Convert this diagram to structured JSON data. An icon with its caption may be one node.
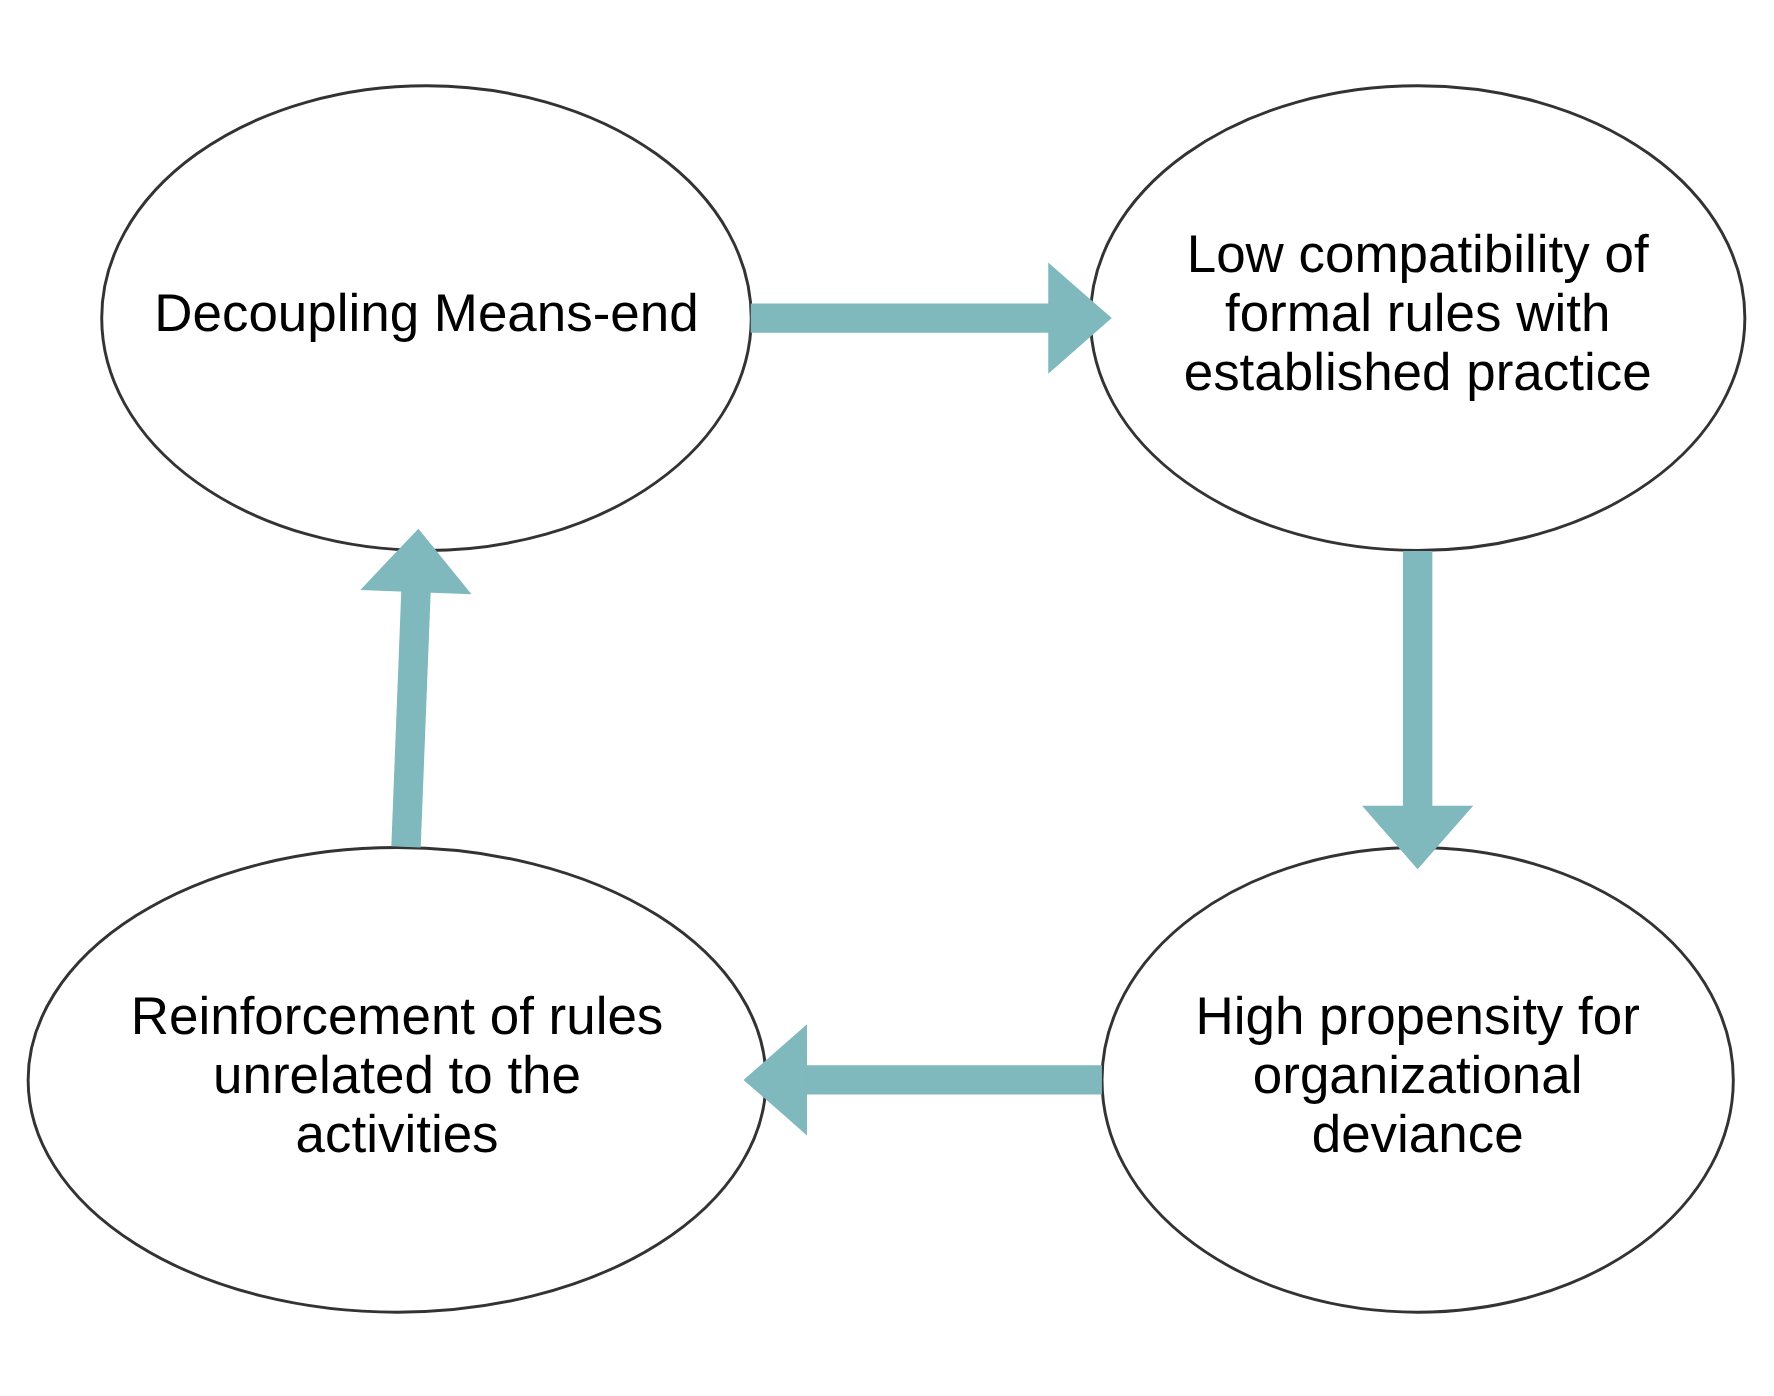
{
  "diagram": {
    "nodes": [
      {
        "text": [
          "Decoupling Means-end"
        ]
      },
      {
        "text": [
          "Low compatibility of formal rules with established practice"
        ]
      },
      {
        "text": [
          "Reinforcement of rules unrelated to the activities"
        ]
      },
      {
        "text": [
          "High propensity for organizational deviance"
        ]
      }
    ],
    "edges": [
      {
        "from": 0,
        "to": 1,
        "arrow": "to"
      },
      {
        "from": 1,
        "to": 3,
        "arrow": "to"
      },
      {
        "from": 3,
        "to": 2,
        "arrow": "to"
      },
      {
        "from": 2,
        "to": 0,
        "arrow": "to"
      }
    ]
  }
}
